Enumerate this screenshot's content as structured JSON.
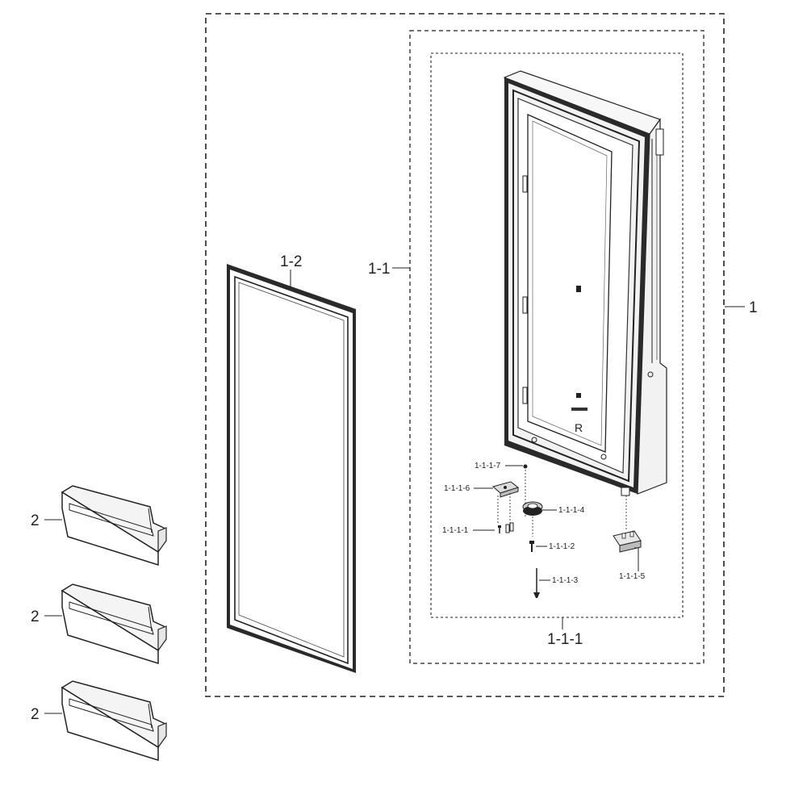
{
  "labels": {
    "assembly": "1",
    "door_sub": "1-1",
    "gasket": "1-2",
    "door_foam": "1-1-1",
    "screw_a": "1-1-1-1",
    "screw_b": "1-1-1-2",
    "pin": "1-1-1-3",
    "cap": "1-1-1-4",
    "stopper": "1-1-1-5",
    "bracket": "1-1-1-6",
    "screw_c": "1-1-1-7",
    "bin_1": "2",
    "bin_2": "2",
    "bin_3": "2"
  },
  "door_marking": "R"
}
